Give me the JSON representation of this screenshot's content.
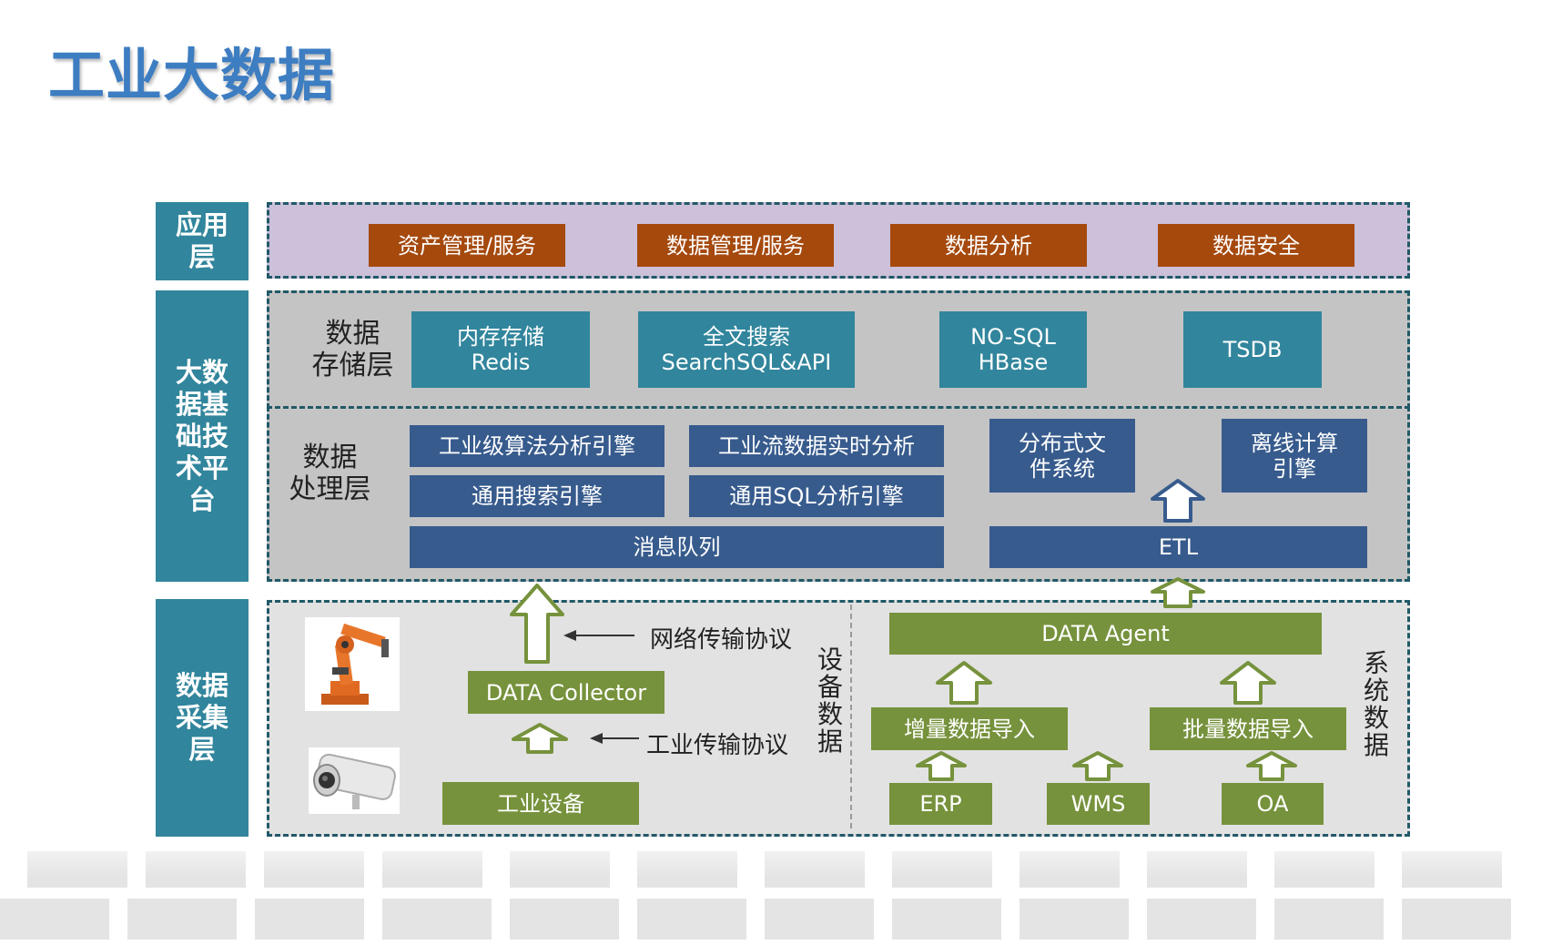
{
  "title": "工业大数据",
  "layers": {
    "application": "应用\n层",
    "platform": "大数\n据基\n础技\n术平\n台",
    "collection": "数据\n采集\n层"
  },
  "application": {
    "items": [
      "资产管理/服务",
      "数据管理/服务",
      "数据分析",
      "数据安全"
    ]
  },
  "storage": {
    "label": "数据\n存储层",
    "items": [
      "内存存储\nRedis",
      "全文搜索\nSearchSQL&API",
      "NO-SQL\nHBase",
      "TSDB"
    ]
  },
  "processing": {
    "label": "数据\n处理层",
    "engine_industrial": "工业级算法分析引擎",
    "stream_analysis": "工业流数据实时分析",
    "search_engine": "通用搜索引擎",
    "sql_engine": "通用SQL分析引擎",
    "message_queue": "消息队列",
    "dfs": "分布式文\n件系统",
    "offline_engine": "离线计算\n引擎",
    "etl": "ETL"
  },
  "collection": {
    "network_protocol": "网络传输协议",
    "industrial_protocol": "工业传输协议",
    "data_collector": "DATA Collector",
    "industrial_equipment": "工业设备",
    "device_data": "设备数据",
    "data_agent": "DATA Agent",
    "incremental_import": "增量数据导入",
    "batch_import": "批量数据导入",
    "erp": "ERP",
    "wms": "WMS",
    "oa": "OA",
    "system_data": "系统数据"
  }
}
